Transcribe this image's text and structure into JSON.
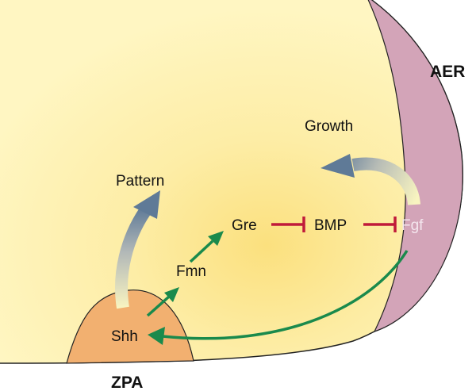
{
  "labels": {
    "aer": "AER",
    "zpa": "ZPA",
    "growth": "Growth",
    "pattern": "Pattern",
    "gre": "Gre",
    "bmp": "BMP",
    "fgf": "Fgf",
    "fmn": "Fmn",
    "shh": "Shh"
  },
  "colors": {
    "limb_bud": "#fff3b3",
    "aer_region": "#d3a4b8",
    "zpa_region": "#f2b070",
    "activation_arrow": "#1a8a4c",
    "inhibition_bar": "#c01a3a",
    "signal_arrow_start": "#f8f4c0",
    "signal_arrow_end": "#5f7a97",
    "fgf_label": "#f4e6ee",
    "outline": "#222222"
  },
  "icons": {
    "activation": "arrow-icon",
    "inhibition": "inhibition-bar-icon",
    "signal": "curved-arrow-icon"
  }
}
